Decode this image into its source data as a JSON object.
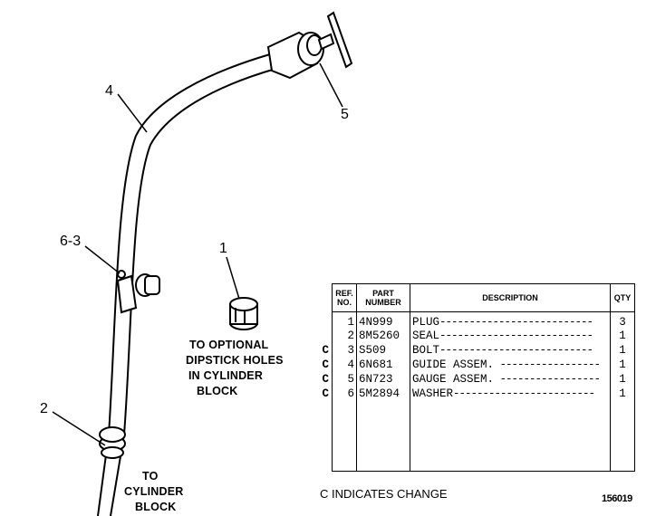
{
  "callouts": {
    "c1": "1",
    "c2": "2",
    "c4": "4",
    "c5": "5",
    "c6_3": "6-3"
  },
  "notes": {
    "dipstick": [
      "TO OPTIONAL",
      "DIPSTICK HOLES",
      "IN CYLINDER",
      "BLOCK"
    ],
    "to_block": [
      "TO",
      "CYLINDER",
      "BLOCK"
    ]
  },
  "table": {
    "headers": {
      "ref_no_1": "REF.",
      "ref_no_2": "NO.",
      "part_number_1": "PART",
      "part_number_2": "NUMBER",
      "description": "DESCRIPTION",
      "qty": "QTY"
    },
    "rows": [
      {
        "change": "",
        "ref": "1",
        "part": "4N999",
        "desc": "PLUG",
        "qty": "3"
      },
      {
        "change": "",
        "ref": "2",
        "part": "8M5260",
        "desc": "SEAL",
        "qty": "1"
      },
      {
        "change": "C",
        "ref": "3",
        "part": "S509",
        "desc": "BOLT",
        "qty": "1"
      },
      {
        "change": "C",
        "ref": "4",
        "part": "6N681",
        "desc": "GUIDE ASSEM.",
        "qty": "1"
      },
      {
        "change": "C",
        "ref": "5",
        "part": "6N723",
        "desc": "GAUGE ASSEM.",
        "qty": "1"
      },
      {
        "change": "C",
        "ref": "6",
        "part": "5M2894",
        "desc": "WASHER",
        "qty": "1"
      }
    ]
  },
  "footnote": "C INDICATES CHANGE",
  "figure_number": "156019"
}
